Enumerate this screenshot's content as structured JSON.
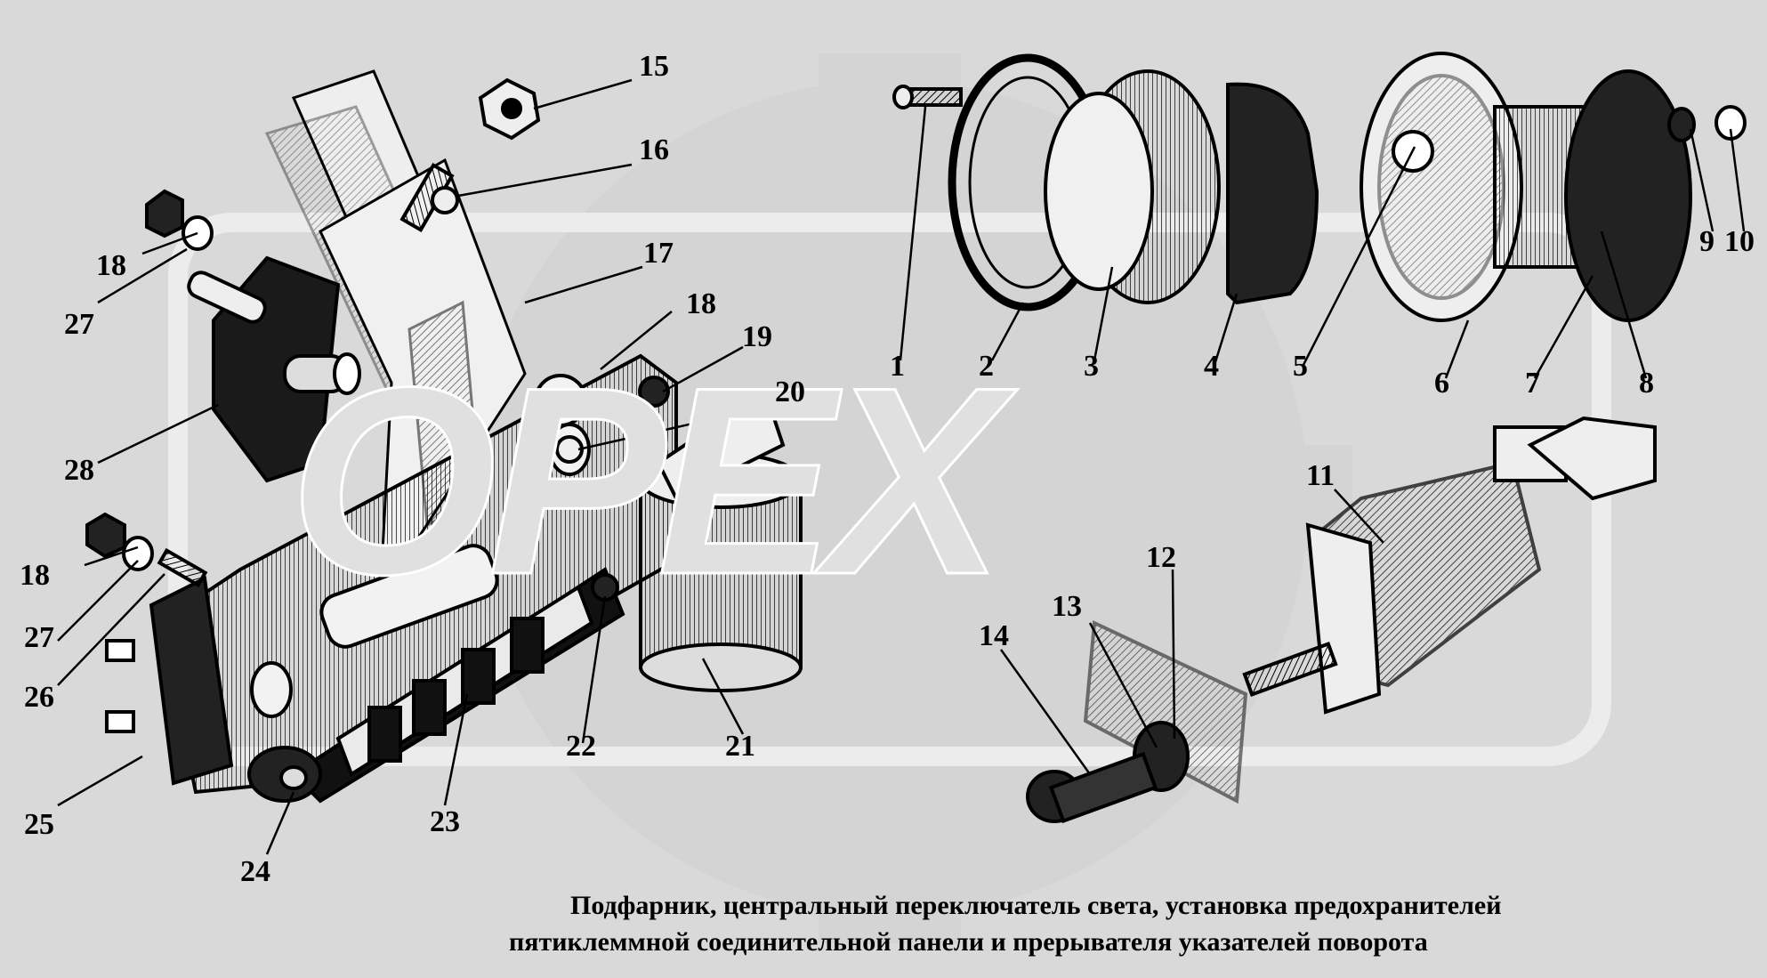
{
  "watermark": {
    "text": "OPEX"
  },
  "caption": {
    "line1": "Подфарник, центральный переключатель света, установка предохранителей",
    "line2": "пятиклеммной соединительной панели и прерывателя указателей поворота"
  },
  "callouts": [
    "1",
    "2",
    "3",
    "4",
    "5",
    "6",
    "7",
    "8",
    "9",
    "10",
    "11",
    "12",
    "13",
    "14",
    "15",
    "16",
    "17",
    "18",
    "19",
    "20",
    "21",
    "22",
    "23",
    "24",
    "25",
    "26",
    "27",
    "28"
  ],
  "colors": {
    "background": "#d9d9d9",
    "ink": "#000000",
    "watermark": "#ededed"
  }
}
